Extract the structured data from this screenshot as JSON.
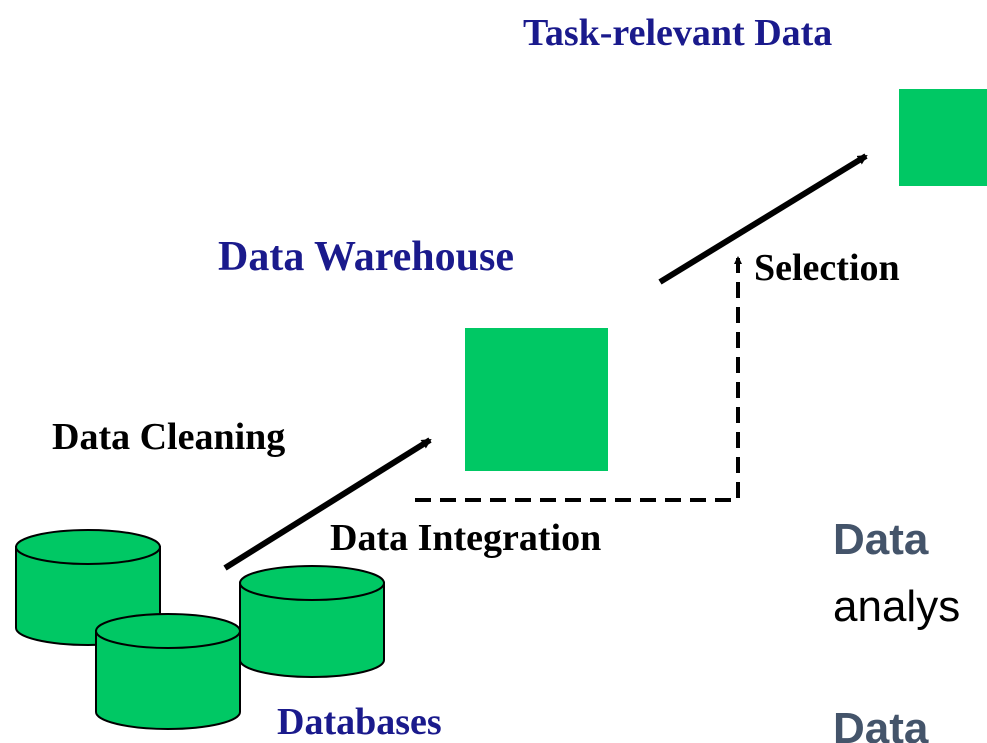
{
  "labels": {
    "task_relevant_data": "Task-relevant Data",
    "data_warehouse": "Data Warehouse",
    "selection": "Selection",
    "data_cleaning": "Data Cleaning",
    "data_integration": "Data Integration",
    "databases": "Databases"
  },
  "side_text": {
    "line1": "Data",
    "line2": "analys",
    "line3": "Data"
  },
  "colors": {
    "box_green": "#00c864",
    "label_blue": "#1a1a8c",
    "side_text_gray": "#44546a"
  }
}
